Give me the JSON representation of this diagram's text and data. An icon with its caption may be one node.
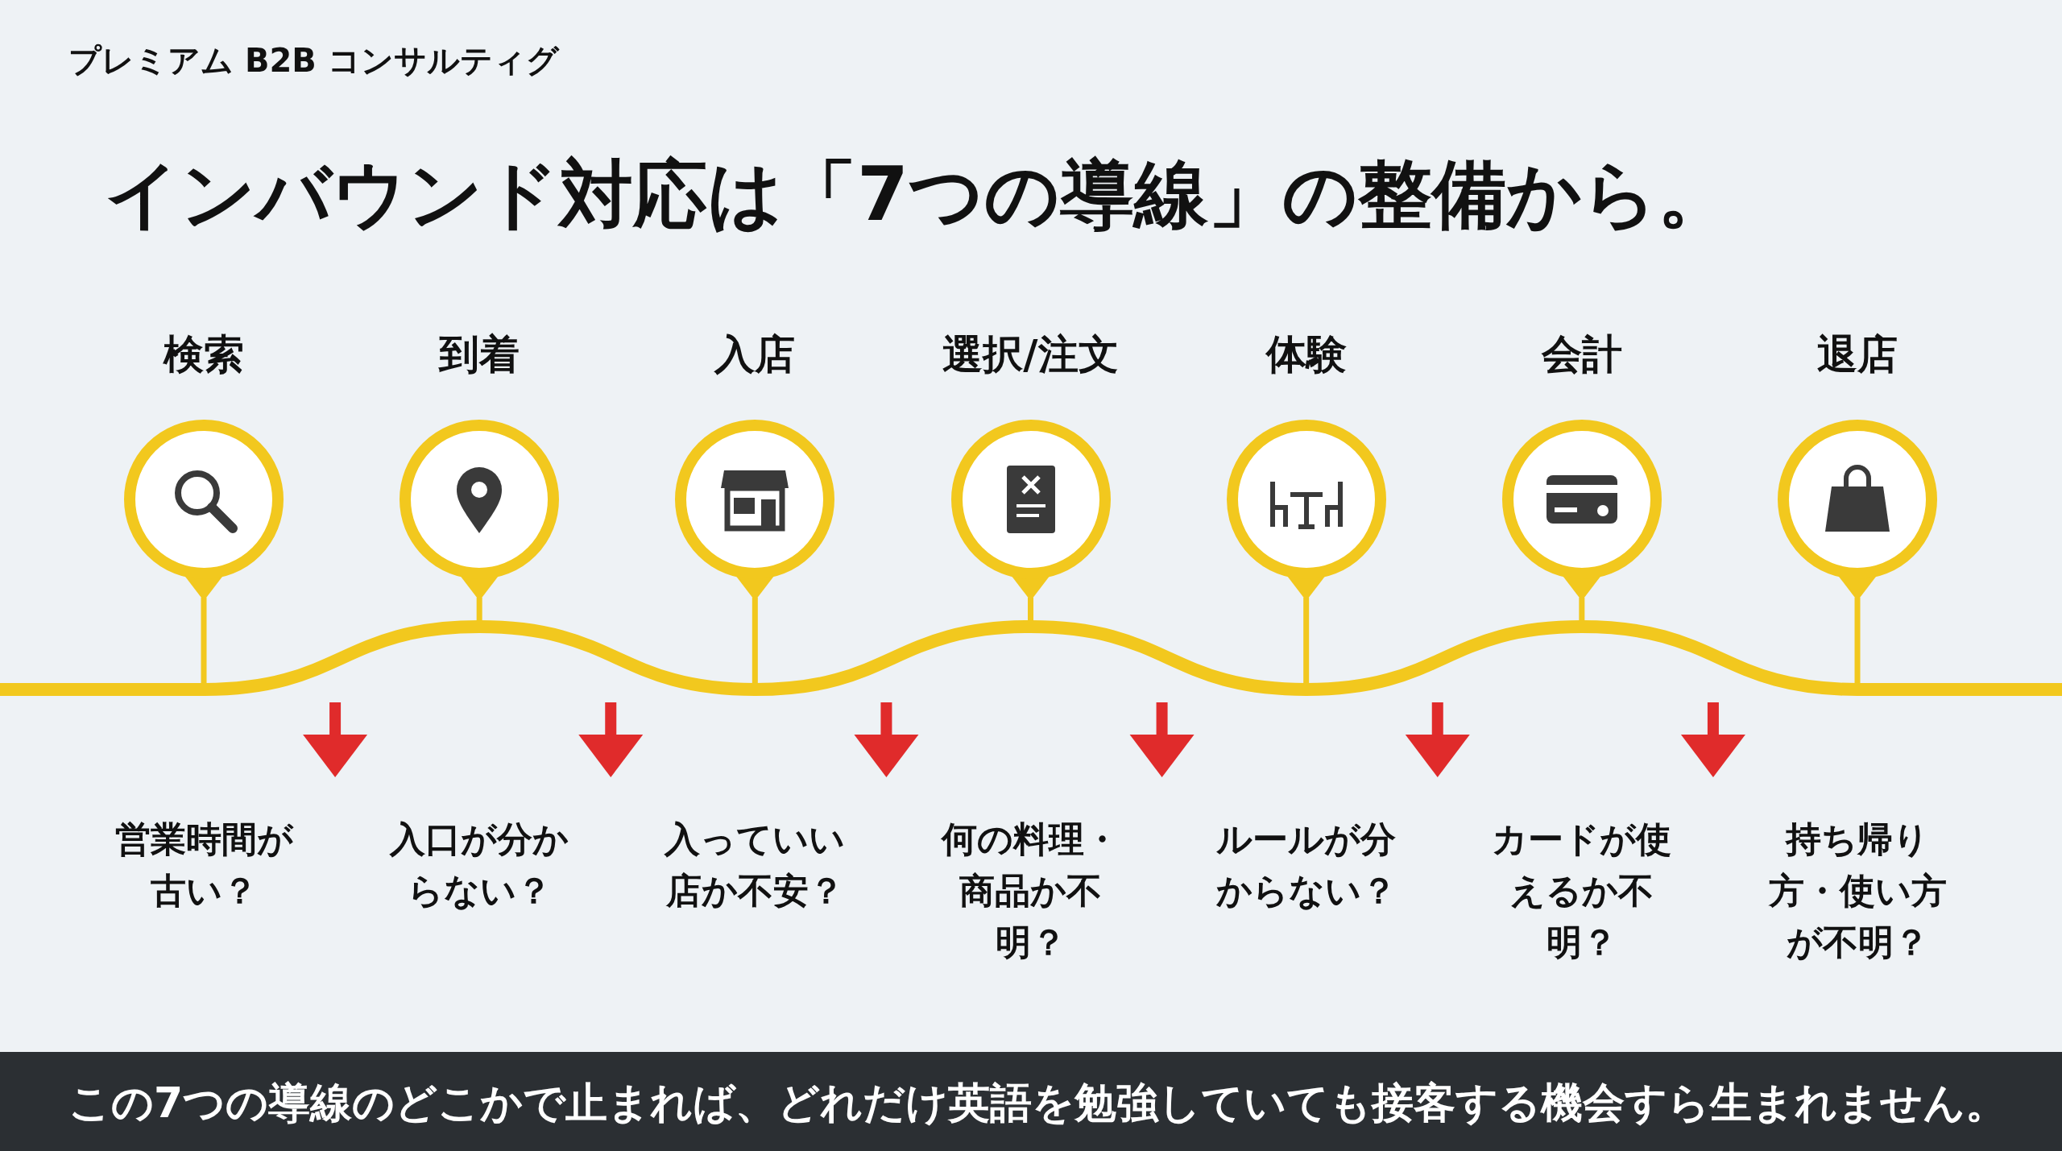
{
  "diagram": {
    "title": "インバウンド対応は「7つの導線」の整備から。",
    "caption": "この7つの導線のどこかで止まれば、どれだけ英語を勉強していても接客する機会すら生まれません。",
    "nodes": [
      {
        "text": [
          "検索"
        ]
      },
      {
        "text": [
          "到着"
        ]
      },
      {
        "text": [
          "入店"
        ]
      },
      {
        "text": [
          "選択/注文"
        ]
      },
      {
        "text": [
          "体験"
        ]
      },
      {
        "text": [
          "会計"
        ]
      },
      {
        "text": [
          "退店"
        ]
      },
      {
        "text": [],
        "shape": "line"
      }
    ],
    "edges": [
      {
        "from": 0,
        "to": 7,
        "arrow": "to"
      },
      {
        "from": 1,
        "to": 7,
        "arrow": "to"
      },
      {
        "from": 2,
        "to": 7,
        "arrow": "to"
      },
      {
        "from": 3,
        "to": 7,
        "arrow": "to"
      },
      {
        "from": 4,
        "to": 7,
        "arrow": "to"
      },
      {
        "from": 5,
        "to": 7,
        "arrow": "to"
      },
      {
        "from": 6,
        "to": 7,
        "arrow": "to"
      }
    ],
    "labels": [
      "プレミアム B2B コンサルティグ",
      "営業時間が古い？",
      "入口が分からない？",
      "入っていい店か不安？",
      "何の料理・商品か不明？",
      "ルールが分からない？",
      "カードが使えるか不明？",
      "持ち帰り方・使い方が不明？"
    ]
  }
}
